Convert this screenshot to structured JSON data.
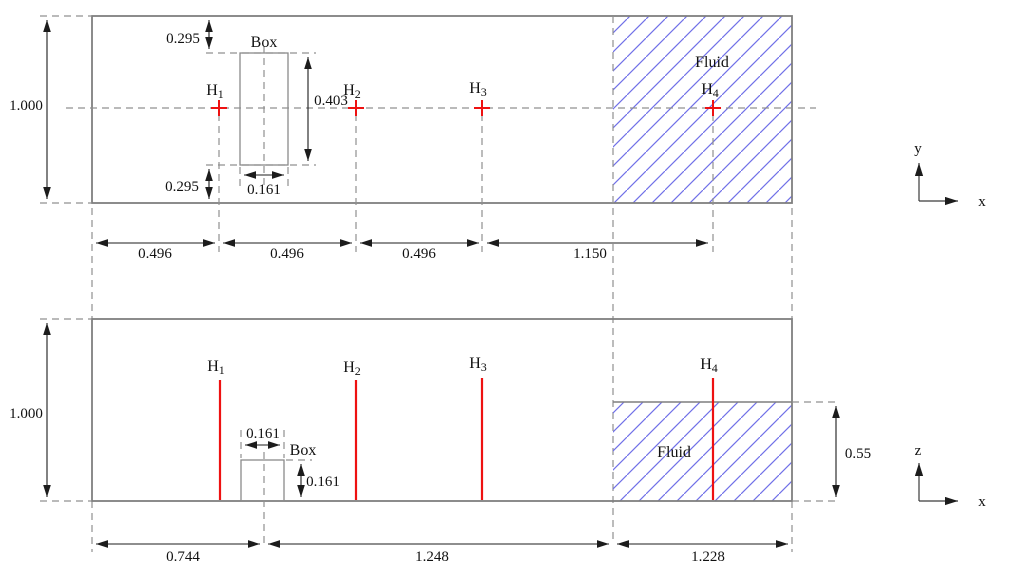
{
  "figure": {
    "type": "engineering-schematic",
    "views": [
      "top-view-xy",
      "side-view-xz"
    ]
  },
  "colors": {
    "outline_gray": "#7f7f7f",
    "dashed_gray": "#909090",
    "dimension_black": "#1c1c1c",
    "probe_red": "#ee1111",
    "hatch_blue": "#7070e8",
    "text_black": "#111111"
  },
  "top_view": {
    "height_dim": "1.000",
    "box_label": "Box",
    "fluid_label": "Fluid",
    "box_top_gap": "0.295",
    "box_bottom_gap": "0.295",
    "box_height": "0.403",
    "box_width": "0.161",
    "probes": [
      {
        "base": "H",
        "sub": "1"
      },
      {
        "base": "H",
        "sub": "2"
      },
      {
        "base": "H",
        "sub": "3"
      },
      {
        "base": "H",
        "sub": "4"
      }
    ],
    "x_dims": [
      "0.496",
      "0.496",
      "0.496",
      "1.150"
    ],
    "axes": {
      "v": "y",
      "h": "x"
    }
  },
  "bottom_view": {
    "height_dim": "1.000",
    "box_label": "Box",
    "fluid_label": "Fluid",
    "box_width": "0.161",
    "box_height": "0.161",
    "fluid_depth": "0.55",
    "probes": [
      {
        "base": "H",
        "sub": "1"
      },
      {
        "base": "H",
        "sub": "2"
      },
      {
        "base": "H",
        "sub": "3"
      },
      {
        "base": "H",
        "sub": "4"
      }
    ],
    "x_dims": [
      "0.744",
      "1.248",
      "1.228"
    ],
    "axes": {
      "v": "z",
      "h": "x"
    }
  }
}
